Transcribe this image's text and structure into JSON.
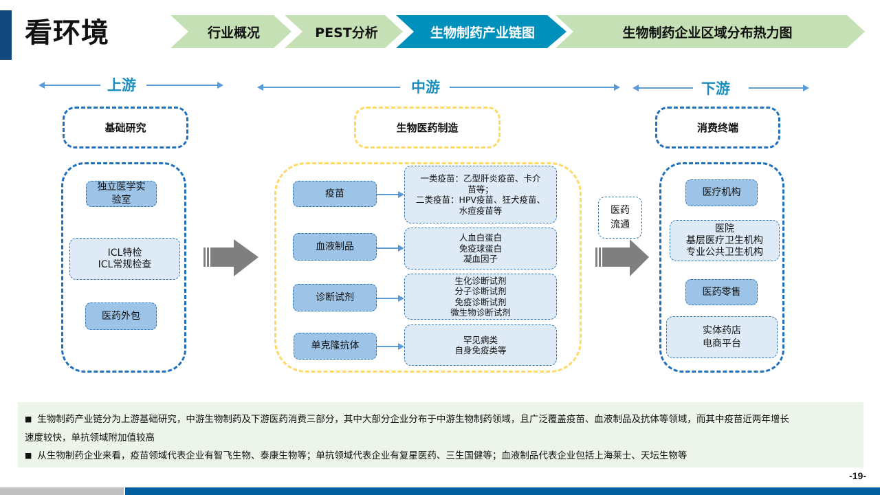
{
  "header": {
    "title": "看环境"
  },
  "nav": {
    "steps": [
      {
        "label": "行业概况",
        "active": false
      },
      {
        "label": "PEST分析",
        "active": false
      },
      {
        "label": "生物制药产业链图",
        "active": true
      },
      {
        "label": "生物制药企业区域分布热力图",
        "active": false
      }
    ],
    "colors": {
      "inactive": "#c5e0b4",
      "active": "#0090bc"
    }
  },
  "stages": {
    "upstream": {
      "label": "上游",
      "header": "基础研究",
      "items": [
        {
          "text": "独立医学实\n验室",
          "style": "category"
        },
        {
          "text": "ICL特检\nICL常规检查",
          "style": "detail"
        },
        {
          "text": "医药外包",
          "style": "category"
        }
      ]
    },
    "midstream": {
      "label": "中游",
      "header": "生物医药制造",
      "rows": [
        {
          "category": "疫苗",
          "detail": "一类疫苗：乙型肝炎疫苗、卡介\n苗等；\n二类疫苗：HPV疫苗、狂犬疫苗、\n水痘疫苗等"
        },
        {
          "category": "血液制品",
          "detail": "人血白蛋白\n免疫球蛋白\n凝血因子"
        },
        {
          "category": "诊断试剂",
          "detail": "生化诊断试剂\n分子诊断试剂\n免疫诊断试剂\n微生物诊断试剂"
        },
        {
          "category": "单克隆抗体",
          "detail": "罕见病类\n自身免疫类等"
        }
      ]
    },
    "circulation": {
      "label": "医药\n流通"
    },
    "downstream": {
      "label": "下游",
      "header": "消费终端",
      "items": [
        {
          "text": "医疗机构",
          "style": "category"
        },
        {
          "text": "医院\n基层医疗卫生机构\n专业公共卫生机构",
          "style": "detail"
        },
        {
          "text": "医药零售",
          "style": "category"
        },
        {
          "text": "实体药店\n电商平台",
          "style": "detail"
        }
      ]
    }
  },
  "notes": [
    {
      "bullet": "■",
      "text": "生物制药产业链分为上游基础研究，中游生物制药及下游医药消费三部分，其中大部分企业分布于中游生物制药领域，且广泛覆盖疫苗、血液制品及抗体等领域，而其中疫苗近两年增长",
      "continuation": "速度较快，单抗领域附加值较高"
    },
    {
      "bullet": "■",
      "text": "从生物制药企业来看，疫苗领域代表企业有智飞生物、泰康生物等；单抗领域代表企业有复星医药、三生国健等；血液制品代表企业包括上海莱士、天坛生物等",
      "continuation": ""
    }
  ],
  "footer": {
    "page_number": "-19-"
  }
}
